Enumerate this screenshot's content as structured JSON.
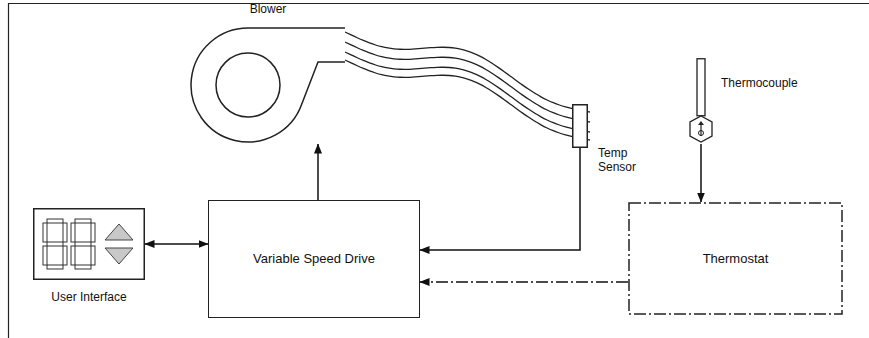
{
  "diagram": {
    "nodes": [
      {
        "text": [
          "Blower"
        ]
      },
      {
        "text": [
          "Temp Sensor"
        ]
      },
      {
        "text": [
          "Thermocouple"
        ]
      },
      {
        "text": [
          "User Interface"
        ]
      },
      {
        "text": [
          "Variable Speed Drive"
        ]
      },
      {
        "text": [
          "Thermostat"
        ]
      }
    ],
    "edges": [
      {
        "from": 4,
        "to": 0,
        "arrow": "to"
      },
      {
        "from": 1,
        "to": 4,
        "arrow": "to"
      },
      {
        "from": 2,
        "to": 5,
        "arrow": "to"
      },
      {
        "from": 5,
        "to": 4,
        "arrow": "to"
      },
      {
        "from": 3,
        "to": 4,
        "arrow": "both"
      }
    ]
  }
}
